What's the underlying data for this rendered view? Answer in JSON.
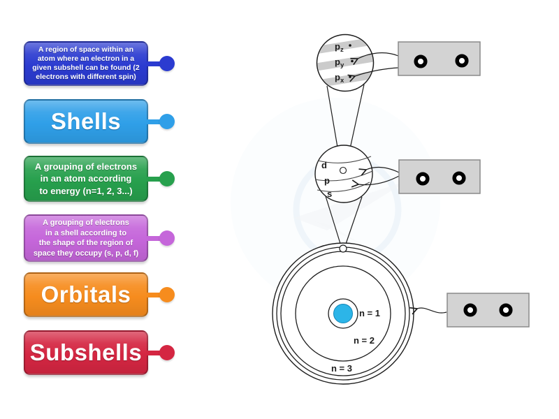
{
  "cards": [
    {
      "id": "orbitals-definition",
      "label": "A region of space within an\natom where an electron in a\ngiven subshell can be found (2\nelectrons with different spin)",
      "color": "#2b3bd0"
    },
    {
      "id": "shells",
      "label": "Shells",
      "color": "#2f9fe8"
    },
    {
      "id": "shells-definition",
      "label": "A grouping of electrons\nin an atom according\nto energy (n=1, 2, 3...)",
      "color": "#27a04d"
    },
    {
      "id": "subshells-definition",
      "label": "A grouping of electrons\nin a shell according to\nthe shape of the region of\nspace they occupy (s, p, d, f)",
      "color": "#c566da"
    },
    {
      "id": "orbitals",
      "label": "Orbitals",
      "color": "#f68c1e"
    },
    {
      "id": "subshells",
      "label": "Subshells",
      "color": "#d42642"
    }
  ],
  "diagram": {
    "orbital_labels": [
      {
        "base": "p",
        "sub": "z"
      },
      {
        "base": "p",
        "sub": "y"
      },
      {
        "base": "p",
        "sub": "x"
      }
    ],
    "subshell_labels": [
      "d",
      "p",
      "s"
    ],
    "shell_labels": [
      "n = 1",
      "n = 2",
      "n = 3"
    ],
    "colors": {
      "nucleus": "#2cb5e8",
      "dropzone_fill": "#d3d3d3",
      "dropzone_border": "#8a8a8a",
      "stripe": "#cbcbcb"
    }
  }
}
